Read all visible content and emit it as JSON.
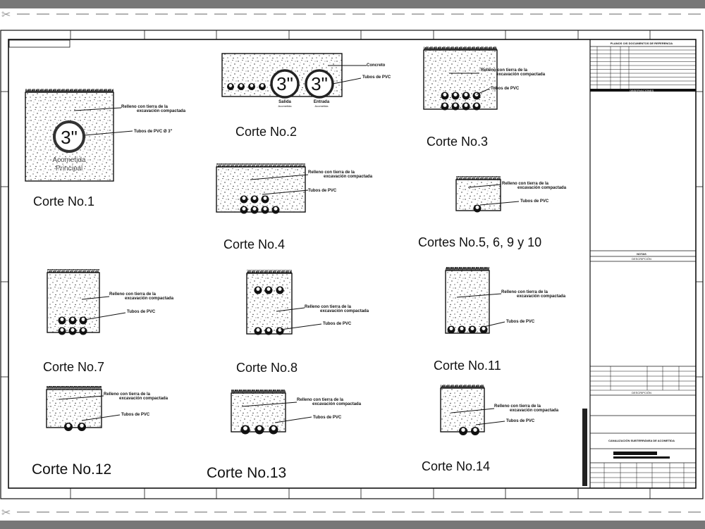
{
  "sheet": {
    "colors": {
      "background": "#777777",
      "paper": "#ffffff",
      "ink": "#111111"
    }
  },
  "title_block": {
    "header": "PLANOS O/S DOCUMENTOS DE REFERENCIA",
    "section_observaciones": "OBSERVACIONES",
    "section_notas": "NOTAS",
    "notas_subheader": "DESCRIPCIÓN",
    "revision_label": "DESCRIPCIÓN",
    "drawing_title": "CANALIZACIÓN SUBTERRÁNEA DE ACOMETIDA"
  },
  "cuts": {
    "c1": {
      "label": "Corte No.1",
      "note_fill": "Relleno con tierra de la excavación compactada",
      "note_pipe": "Tubos de PVC Ø 3\"",
      "size": "3\"",
      "caption": "Acometida Principal"
    },
    "c2": {
      "label": "Corte No.2",
      "note_concrete": "Concreto",
      "note_pipe": "Tubos de PVC",
      "size_a": "3\"",
      "size_b": "3\"",
      "caption_a": "Salida Acometida",
      "caption_b": "Entrada Acometida"
    },
    "c3": {
      "label": "Corte No.3",
      "note_fill": "Relleno con tierra de la excavación compactada",
      "note_pipe": "Tubos de PVC"
    },
    "c4": {
      "label": "Corte No.4",
      "note_fill": "Relleno con tierra de la excavación compactada",
      "note_pipe": "Tubos de PVC"
    },
    "c5": {
      "label": "Cortes No.5, 6, 9 y 10",
      "note_fill": "Relleno con tierra de la excavación compactada",
      "note_pipe": "Tubos de PVC"
    },
    "c7": {
      "label": "Corte No.7",
      "note_fill": "Relleno con tierra de la excavación compactada",
      "note_pipe": "Tubos de PVC"
    },
    "c8": {
      "label": "Corte No.8",
      "note_fill": "Relleno con tierra de la excavación compactada",
      "note_pipe": "Tubos de PVC"
    },
    "c11": {
      "label": "Corte No.11",
      "note_fill": "Relleno con tierra de la excavación compactada",
      "note_pipe": "Tubos de PVC"
    },
    "c12": {
      "label": "Corte No.12",
      "note_fill": "Relleno con tierra de la excavación compactada",
      "note_pipe": "Tubos de PVC"
    },
    "c13": {
      "label": "Corte No.13",
      "note_fill": "Relleno con tierra de la excavación compactada",
      "note_pipe": "Tubos de PVC"
    },
    "c14": {
      "label": "Corte No.14",
      "note_fill": "Relleno con tierra de la excavación compactada",
      "note_pipe": "Tubos de PVC"
    }
  }
}
